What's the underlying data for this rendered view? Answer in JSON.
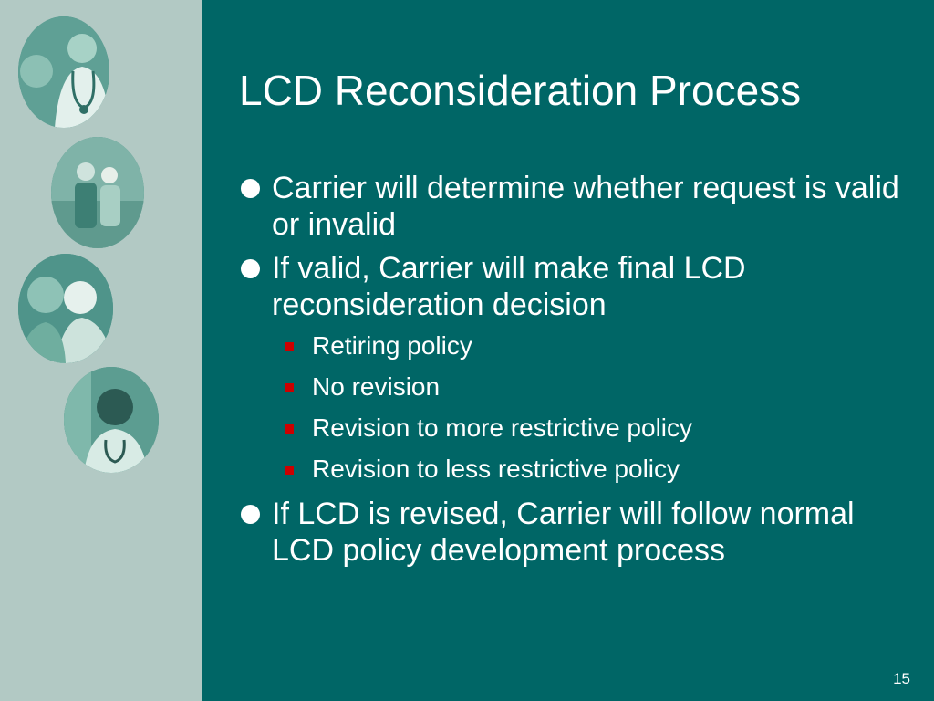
{
  "slide": {
    "title": "LCD Reconsideration Process",
    "page_number": "15"
  },
  "bullets": [
    {
      "text": "Carrier will determine whether request is valid or invalid"
    },
    {
      "text": "If valid, Carrier will make final LCD reconsideration decision"
    },
    {
      "text": "If LCD is revised, Carrier will follow normal LCD policy development process"
    }
  ],
  "sub_bullets": [
    {
      "text": "Retiring policy"
    },
    {
      "text": "No revision"
    },
    {
      "text": "Revision to more restrictive policy"
    },
    {
      "text": "Revision to less restrictive policy"
    }
  ],
  "colors": {
    "background": "#006666",
    "side_panel": "#b2c9c4",
    "sub_bullet_marker": "#cc0000",
    "text": "#ffffff"
  },
  "photos": [
    {
      "icon": "doctor-stethoscope-photo"
    },
    {
      "icon": "couple-walking-photo"
    },
    {
      "icon": "caregiver-patient-photo"
    },
    {
      "icon": "smiling-nurse-photo"
    }
  ]
}
